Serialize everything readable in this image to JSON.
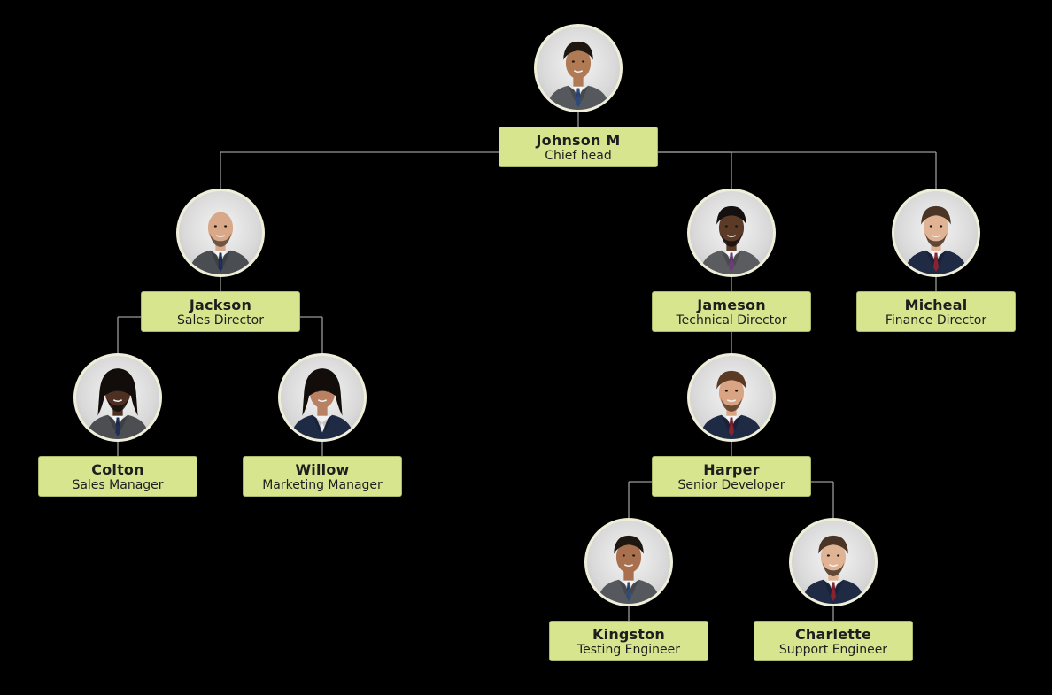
{
  "colors": {
    "background": "#000000",
    "label_fill": "#d7e58f",
    "label_border": "#a9b86a",
    "avatar_ring": "#efefd9",
    "connector": "#9a9a9a"
  },
  "people": [
    {
      "id": "johnson",
      "name": "Johnson M",
      "role": "Chief head",
      "parent": null,
      "icon": "person-avatar-icon",
      "skin": "#b07a55",
      "hair": "#1d1611",
      "suit": "#55585d",
      "tie": "#2e4a7a",
      "beard": false
    },
    {
      "id": "jackson",
      "name": "Jackson",
      "role": "Sales Director",
      "parent": "johnson",
      "icon": "person-avatar-icon",
      "skin": "#d8a888",
      "hair": "#5a4634",
      "suit": "#4a4d52",
      "tie": "#1f2f55",
      "beard": true,
      "bald": true
    },
    {
      "id": "jameson",
      "name": "Jameson",
      "role": "Technical Director",
      "parent": "johnson",
      "icon": "person-avatar-icon",
      "skin": "#5b3a28",
      "hair": "#151010",
      "suit": "#5a5c60",
      "tie": "#6b3d7a",
      "beard": true
    },
    {
      "id": "micheal",
      "name": "Micheal",
      "role": "Finance Director",
      "parent": "johnson",
      "icon": "person-avatar-icon",
      "skin": "#e0b394",
      "hair": "#4a3426",
      "suit": "#1f2a45",
      "tie": "#8a2230",
      "beard": true
    },
    {
      "id": "colton",
      "name": "Colton",
      "role": "Sales Manager",
      "parent": "jackson",
      "icon": "person-avatar-icon",
      "skin": "#4e3022",
      "hair": "#120d0b",
      "suit": "#4c4e52",
      "tie": "#1f2f55",
      "beard": true,
      "long": true
    },
    {
      "id": "willow",
      "name": "Willow",
      "role": "Marketing Manager",
      "parent": "jackson",
      "icon": "person-avatar-icon",
      "skin": "#b98062",
      "hair": "#120d0b",
      "suit": "#1f2a45",
      "tie": "#f2f2f2",
      "beard": false,
      "long": true,
      "female": true
    },
    {
      "id": "harper",
      "name": "Harper",
      "role": "Senior Developer",
      "parent": "jameson",
      "icon": "person-avatar-icon",
      "skin": "#d9a484",
      "hair": "#5a3a22",
      "suit": "#1f2a45",
      "tie": "#8a2230",
      "beard": true
    },
    {
      "id": "kingston",
      "name": "Kingston",
      "role": "Testing Engineer",
      "parent": "harper",
      "icon": "person-avatar-icon",
      "skin": "#a8704e",
      "hair": "#1d1611",
      "suit": "#55585d",
      "tie": "#2e4a7a",
      "beard": false
    },
    {
      "id": "charlette",
      "name": "Charlette",
      "role": "Support Engineer",
      "parent": "harper",
      "icon": "person-avatar-icon",
      "skin": "#e0b394",
      "hair": "#4a3426",
      "suit": "#1f2a45",
      "tie": "#8a2230",
      "beard": true
    }
  ]
}
